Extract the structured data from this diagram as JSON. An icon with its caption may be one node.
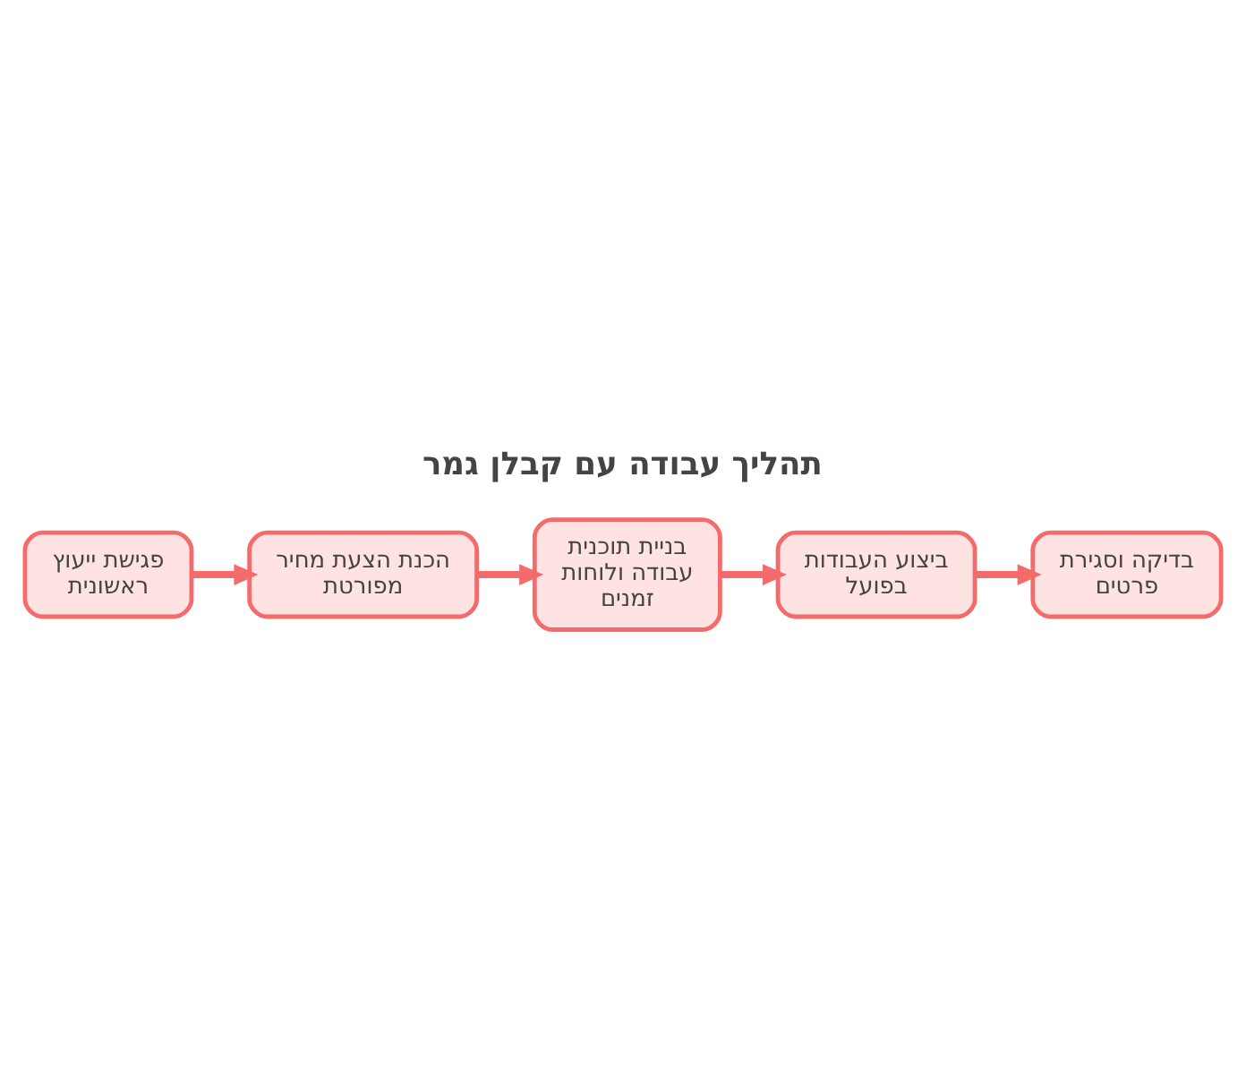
{
  "diagram": {
    "title": "תהליך עבודה עם קבלן גמר",
    "nodes": [
      {
        "text": [
          "פגישת ייעוץ ראשונית"
        ]
      },
      {
        "text": [
          "הכנת הצעת מחיר מפורטת"
        ]
      },
      {
        "text": [
          "בניית תוכנית עבודה ולוחות זמנים"
        ]
      },
      {
        "text": [
          "ביצוע העבודות בפועל"
        ]
      },
      {
        "text": [
          "בדיקה וסגירת פרטים"
        ]
      }
    ],
    "edges": [
      {
        "from": 0,
        "to": 1,
        "arrow": "to"
      },
      {
        "from": 1,
        "to": 2,
        "arrow": "to"
      },
      {
        "from": 2,
        "to": 3,
        "arrow": "to"
      },
      {
        "from": 3,
        "to": 4,
        "arrow": "to"
      }
    ]
  }
}
